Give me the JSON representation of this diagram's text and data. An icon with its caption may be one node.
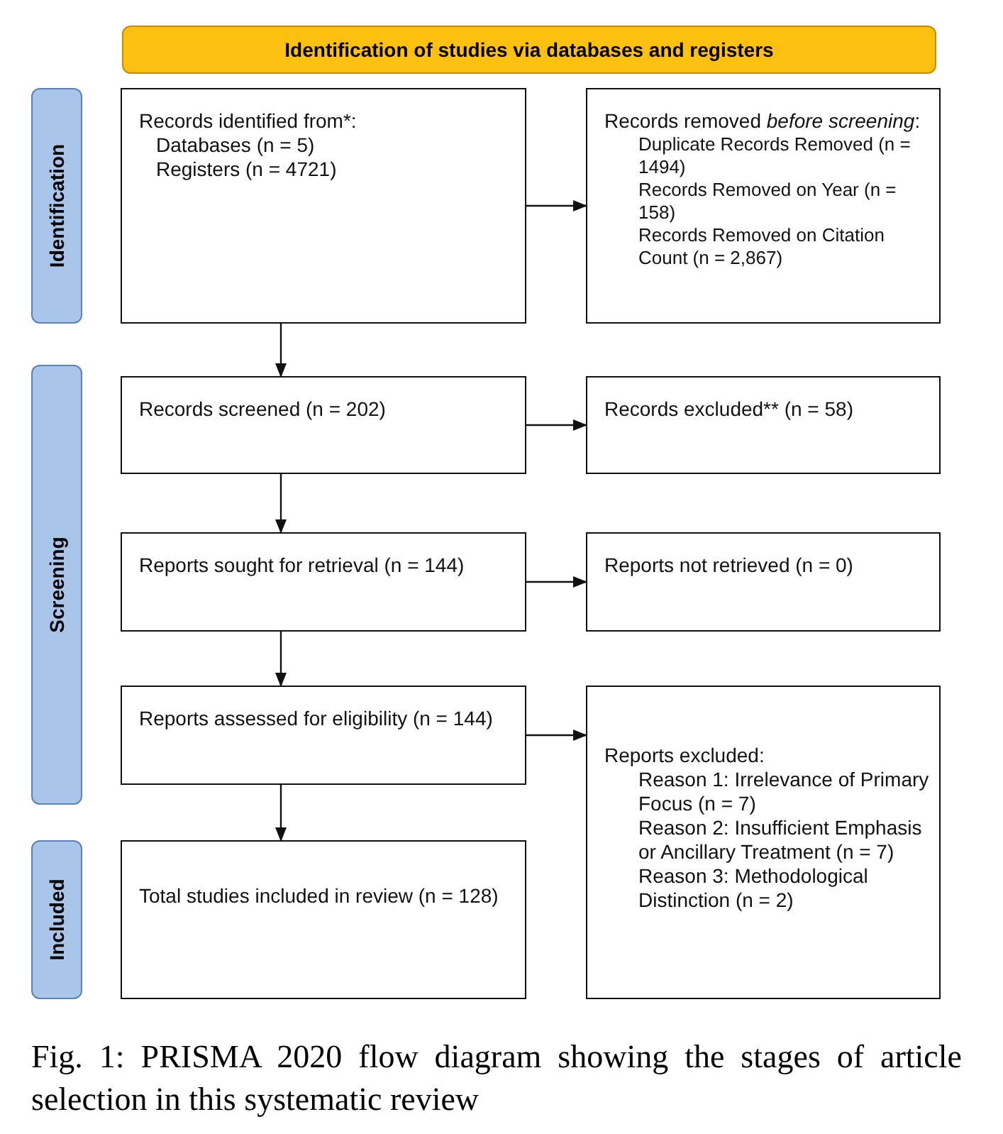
{
  "diagram": {
    "caption": "Fig. 1: PRISMA 2020 flow diagram showing the stages of article selection in this systematic review",
    "nodes": [
      {
        "text": [
          "Identification of studies via databases and registers"
        ]
      },
      {
        "text": [
          "Identification"
        ]
      },
      {
        "text": [
          "Records identified from*:",
          "Databases (n = 5)",
          "Registers (n = 4721)"
        ]
      },
      {
        "text": [
          "Records removed *before screening*:",
          "Duplicate Records Removed (n = 1494)",
          "Records Removed on Year (n = 158)",
          "Records Removed on Citation Count (n = 2,867)"
        ]
      },
      {
        "text": [
          "Screening"
        ]
      },
      {
        "text": [
          "Records screened (n = 202)"
        ]
      },
      {
        "text": [
          "Records excluded** (n = 58)"
        ]
      },
      {
        "text": [
          "Reports sought for retrieval (n = 144)"
        ]
      },
      {
        "text": [
          "Reports not retrieved (n = 0)"
        ]
      },
      {
        "text": [
          "Reports assessed for eligibility (n = 144)"
        ]
      },
      {
        "text": [
          "Reports excluded:",
          "Reason 1: Irrelevance of Primary Focus (n = 7)",
          "Reason 2: Insufficient Emphasis or Ancillary Treatment (n = 7)",
          "Reason 3: Methodological Distinction (n = 2)"
        ]
      },
      {
        "text": [
          "Included"
        ]
      },
      {
        "text": [
          "Total studies included in review (n = 128)"
        ]
      }
    ],
    "edges": [
      {
        "from": 2,
        "to": 5,
        "arrow": "to"
      },
      {
        "from": 2,
        "to": 3,
        "arrow": "to"
      },
      {
        "from": 5,
        "to": 6,
        "arrow": "to"
      },
      {
        "from": 5,
        "to": 7,
        "arrow": "to"
      },
      {
        "from": 7,
        "to": 8,
        "arrow": "to"
      },
      {
        "from": 7,
        "to": 9,
        "arrow": "to"
      },
      {
        "from": 9,
        "to": 10,
        "arrow": "to"
      },
      {
        "from": 9,
        "to": 12,
        "arrow": "to"
      }
    ]
  }
}
